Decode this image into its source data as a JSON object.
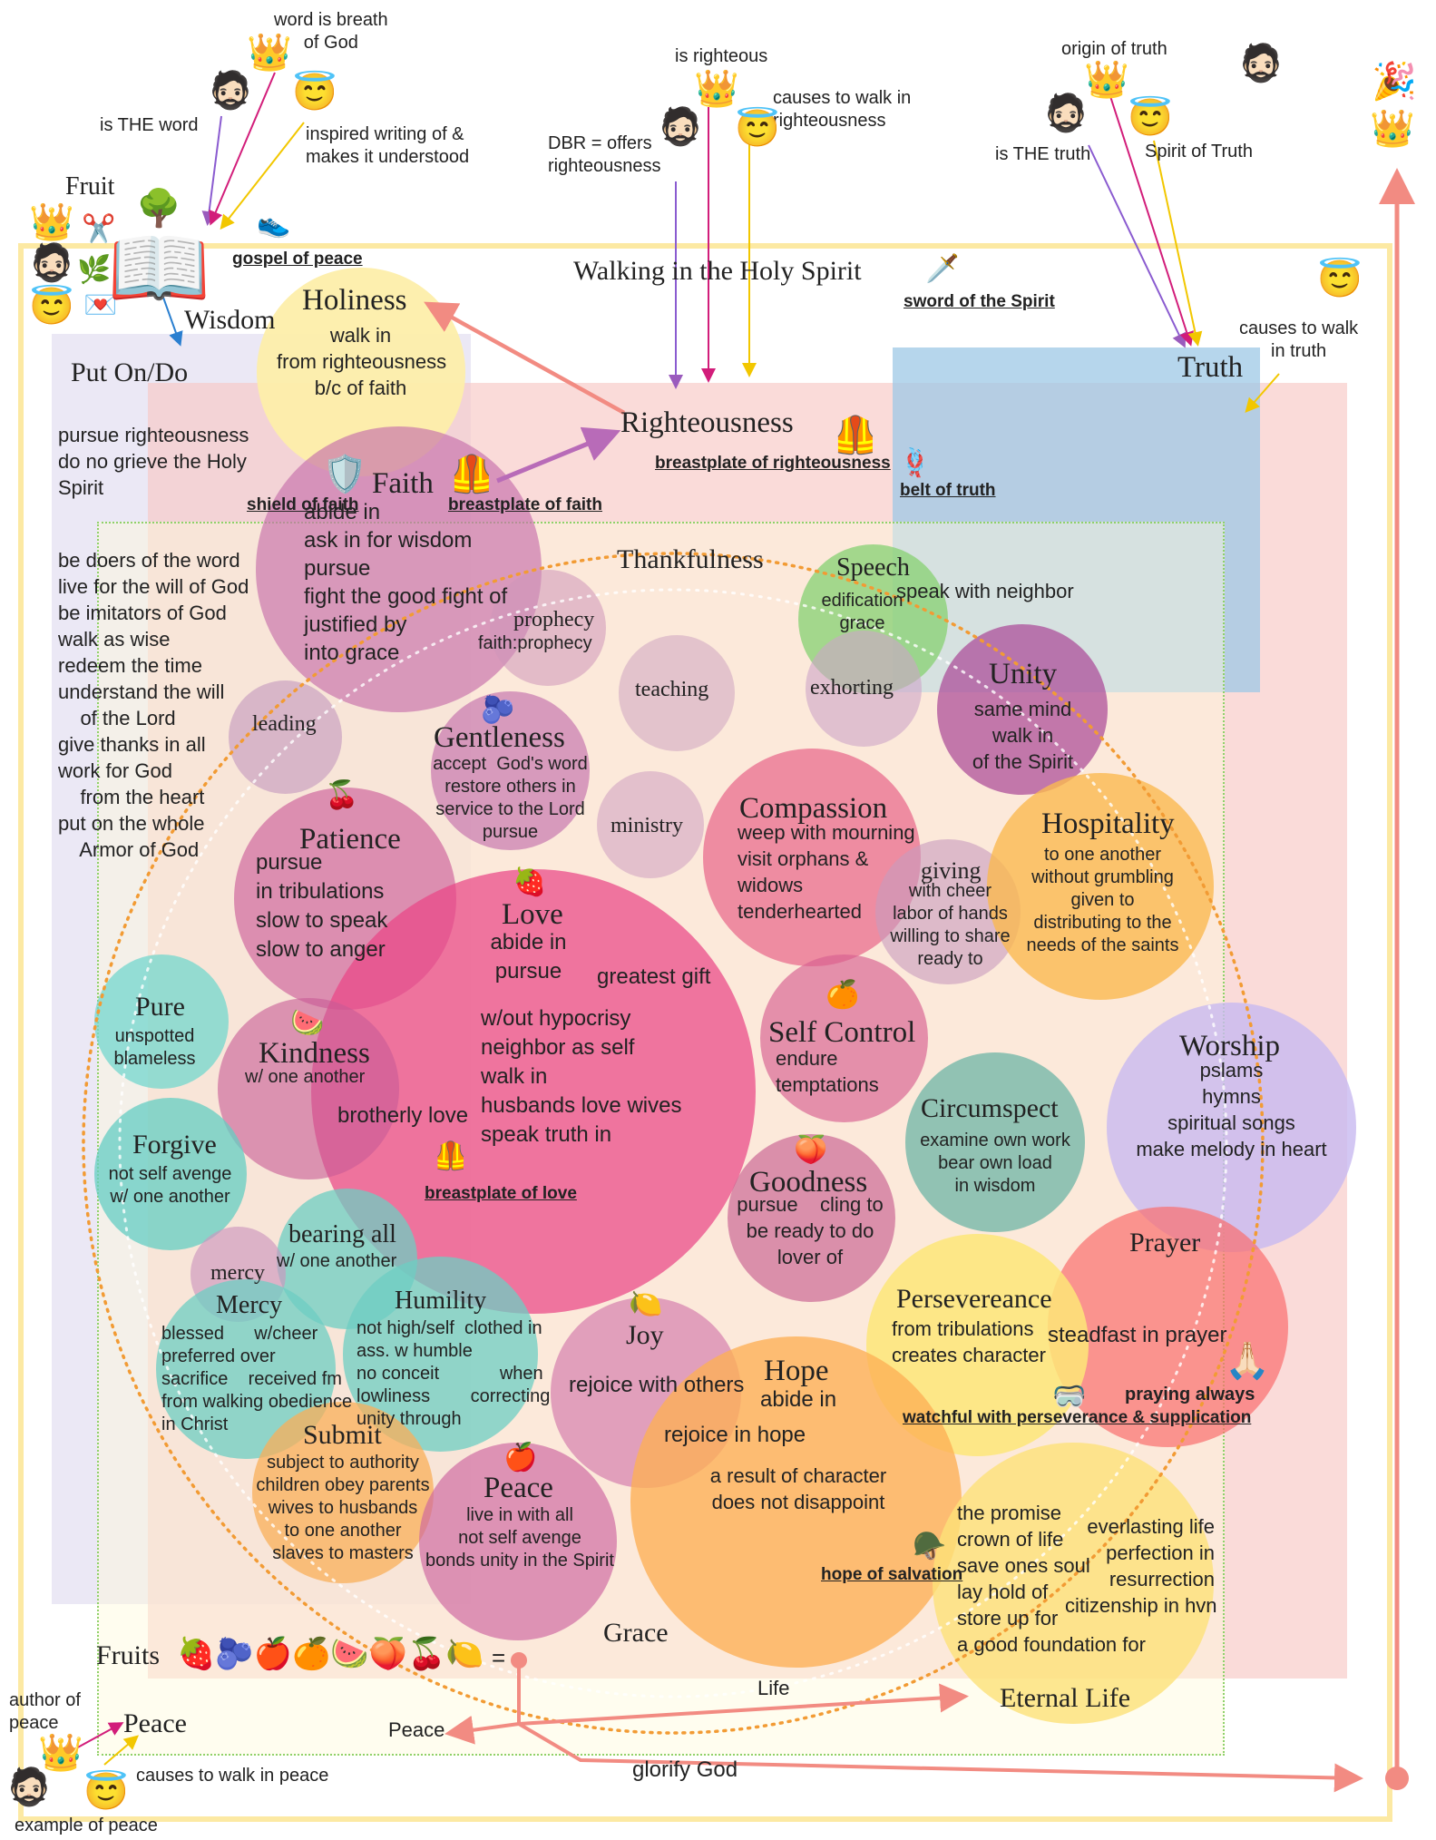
{
  "top": {
    "word_is_breath": "word is breath\nof God",
    "is_the_word": "is THE word",
    "inspired_writing": "inspired writing of &\nmakes it understood",
    "is_righteous": "is righteous",
    "causes_walk_righteousness": "causes to walk in\nrighteousness",
    "dbr_offers": "DBR = offers\nrighteousness",
    "origin_of_truth": "origin of truth",
    "is_the_truth": "is THE truth",
    "spirit_of_truth": "Spirit of Truth",
    "fruit": "Fruit",
    "wisdom": "Wisdom",
    "gospel_of_peace": "gospel of peace",
    "walking_title": "Walking in the Holy Spirit",
    "sword": "sword of the Spirit",
    "causes_walk_truth": "causes to walk\nin truth"
  },
  "regions": {
    "put_on": "Put On/Do",
    "truth": "Truth",
    "righteousness": "Righteousness",
    "breastplate_righteousness": "breastplate of righteousness",
    "belt_of_truth": "belt of truth",
    "thankfulness": "Thankfulness",
    "grace": "Grace"
  },
  "put_on_list": {
    "a": "pursue righteousness\ndo no grieve the Holy\nSpirit",
    "b": "be doers of the word\nlive for the will of God\nbe imitators of God\nwalk as wise\nredeem the time\nunderstand the will\n    of the Lord\ngive thanks in all\nwork for God\n    from the heart\nput on the whole\n    Armor of God"
  },
  "bubbles": {
    "holiness": {
      "title": "Holiness",
      "body": "walk in\nfrom righteousness\nb/c of faith"
    },
    "faith": {
      "title": "Faith",
      "body": "abide in\nask in for wisdom\npursue\nfight the good fight of\njustified by\ninto grace",
      "shield": "shield of faith",
      "breastplate": "breastplate of faith"
    },
    "prophecy": {
      "title": "prophecy",
      "body": "faith:prophecy"
    },
    "speech": {
      "title": "Speech",
      "body": "edification\ngrace",
      "extra": "speak with neighbor"
    },
    "teaching": {
      "title": "teaching"
    },
    "exhorting": {
      "title": "exhorting"
    },
    "unity": {
      "title": "Unity",
      "body": "same mind\nwalk in\nof the Spirit"
    },
    "leading": {
      "title": "leading"
    },
    "gentleness": {
      "title": "Gentleness",
      "body": "accept  God's word\nrestore others in\nservice to the Lord\npursue"
    },
    "ministry": {
      "title": "ministry"
    },
    "compassion": {
      "title": "Compassion",
      "body": "weep with mourning\nvisit orphans &\nwidows\ntenderhearted"
    },
    "giving": {
      "title": "giving",
      "body": "with cheer\nlabor of hands\nwilling to share\nready to"
    },
    "hospitality": {
      "title": "Hospitality",
      "body": "to one another\nwithout grumbling\ngiven to\ndistributing to the\nneeds of the saints"
    },
    "patience": {
      "title": "Patience",
      "body": "pursue\nin tribulations\nslow to speak\nslow to anger"
    },
    "love": {
      "title": "Love",
      "body": "abide in\npursue",
      "gift": "greatest gift",
      "list": "w/out hypocrisy\nneighbor as self\nwalk in\nhusbands love wives\nspeak truth in",
      "brotherly": "brotherly love",
      "breastplate": "breastplate of love"
    },
    "pure": {
      "title": "Pure",
      "body": "unspotted\nblameless"
    },
    "kindness": {
      "title": "Kindness",
      "body": "w/ one another"
    },
    "self_control": {
      "title": "Self Control",
      "body": "endure\ntemptations"
    },
    "circumspect": {
      "title": "Circumspect",
      "body": "examine own work\nbear own load\nin wisdom"
    },
    "worship": {
      "title": "Worship",
      "body": "pslams\nhymns\nspiritual songs\nmake melody in heart"
    },
    "forgive": {
      "title": "Forgive",
      "body": "not self avenge\nw/ one another"
    },
    "goodness": {
      "title": "Goodness",
      "body": "pursue    cling to\nbe ready to do\nlover of"
    },
    "prayer": {
      "title": "Prayer",
      "body": "steadfast in prayer",
      "always": "praying always"
    },
    "bearing": {
      "title": "bearing all",
      "body": "w/ one another"
    },
    "mercy_small": {
      "title": "mercy"
    },
    "mercy": {
      "title": "Mercy",
      "body": "blessed      w/cheer\npreferred over\nsacrifice    received fm\nfrom walking obedience\nin Christ"
    },
    "humility": {
      "title": "Humility",
      "body": "not high/self  clothed in\nass. w humble\nno conceit            when\nlowliness        correcting\nunity through"
    },
    "joy": {
      "title": "Joy",
      "body": "rejoice with others"
    },
    "perseverance": {
      "title": "Persevereance",
      "body": "from tribulations\ncreates character",
      "watchful": "watchful with perseverance & supplication"
    },
    "hope": {
      "title": "Hope",
      "body": "abide in",
      "rejoice": "rejoice in hope",
      "result": "a result of character\ndoes not disappoint",
      "helmet": "hope of salvation"
    },
    "submit": {
      "title": "Submit",
      "body": "subject to authority\nchildren obey parents\nwives to husbands\nto one another\nslaves to masters"
    },
    "peace": {
      "title": "Peace",
      "body": "live in with all\nnot self avenge\nbonds unity in the Spirit"
    },
    "eternal": {
      "left": "the promise\ncrown of life\nsave ones soul\nlay hold of\nstore up for\na good foundation for",
      "right": "everlasting life\nperfection in\nresurrection\ncitizenship in hvn"
    }
  },
  "bottom": {
    "fruits": "Fruits",
    "equals": "=",
    "life": "Life",
    "eternal_life": "Eternal Life",
    "peace_left": "Peace",
    "peace_mid": "Peace",
    "glorify": "glorify God",
    "author_of_peace": "author of\npeace",
    "causes_walk_peace": "causes to walk in peace",
    "example_of_peace": "example of peace"
  },
  "colors": {
    "outer_border": "#fbe9a1",
    "put_on_bg": "#e9e6f3",
    "righteousness_bg": "#f9d7d4",
    "truth_bg": "#a8cbe4",
    "arrow_main": "#f28b82",
    "love": "#ea4f8d",
    "faith": "#c779b0"
  },
  "icons": [
    "crown-icon",
    "person-icon",
    "angel-icon",
    "book-icon",
    "tree-icon",
    "scissors-icon",
    "shoe-icon",
    "sword-icon",
    "vest-icon",
    "belt-icon",
    "shield-icon",
    "helmet-icon",
    "goggles-icon",
    "praying-hands-icon",
    "party-popper-icon",
    "strawberry-icon",
    "blueberries-icon",
    "apple-icon",
    "orange-icon",
    "watermelon-icon",
    "peach-icon",
    "cherries-icon",
    "lemon-icon"
  ]
}
